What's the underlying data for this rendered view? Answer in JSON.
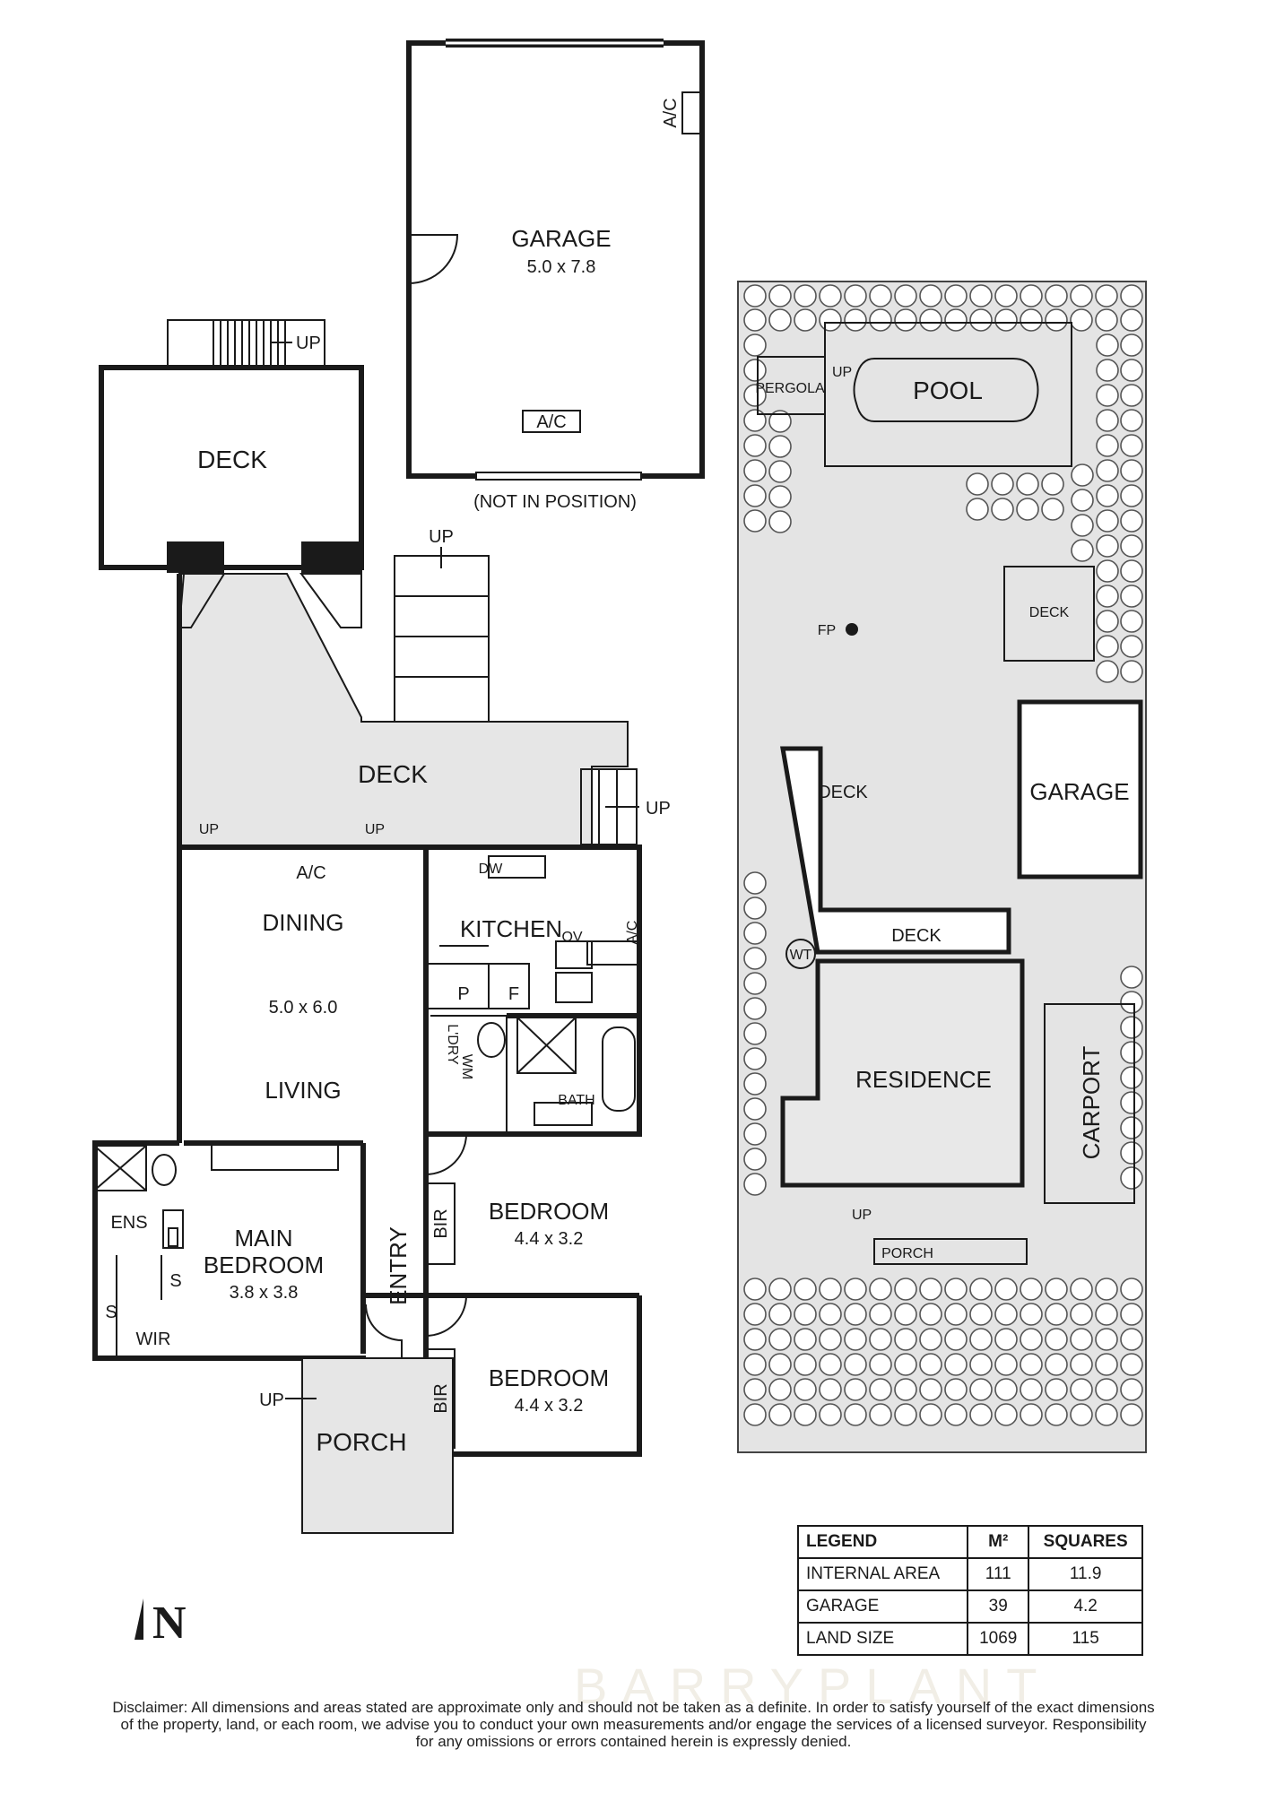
{
  "rooms": {
    "garage_top": {
      "name": "GARAGE",
      "size": "5.0 x 7.8",
      "ac": "A/C",
      "ac_side": "A/C",
      "note": "(NOT IN POSITION)"
    },
    "deck_top": "DECK",
    "deck_mid": "DECK",
    "up": "UP",
    "dining": "DINING",
    "dining_size": "5.0 x 6.0",
    "living": "LIVING",
    "ac_living": "A/C",
    "kitchen": "KITCHEN",
    "dw": "DW",
    "ov": "OV",
    "pantry": "P",
    "fridge": "F",
    "kitchen_ac": "A/C",
    "laundry": "L'DRY",
    "wm": "WM",
    "bath": "BATH",
    "ens": "ENS",
    "s1": "S",
    "s2": "S",
    "wir": "WIR",
    "main_bedroom": "MAIN\nBEDROOM",
    "main_bedroom_line1": "MAIN",
    "main_bedroom_line2": "BEDROOM",
    "main_bedroom_size": "3.8 x 3.8",
    "entry": "ENTRY",
    "bedroom1": "BEDROOM",
    "bedroom1_size": "4.4 x 3.2",
    "bir1": "BIR",
    "bedroom2": "BEDROOM",
    "bedroom2_size": "4.4 x 3.2",
    "bir2": "BIR",
    "porch": "PORCH"
  },
  "site": {
    "pool": "POOL",
    "pergola": "PERGOLA",
    "deck_small": "DECK",
    "fp": "FP",
    "garage": "GARAGE",
    "deck1": "DECK",
    "deck2": "DECK",
    "wt": "WT",
    "residence": "RESIDENCE",
    "carport": "CARPORT",
    "porch": "PORCH",
    "up": "UP"
  },
  "legend": {
    "headers": [
      "LEGEND",
      "M²",
      "SQUARES"
    ],
    "rows": [
      {
        "label": "INTERNAL AREA",
        "m2": "111",
        "squares": "11.9"
      },
      {
        "label": "GARAGE",
        "m2": "39",
        "squares": "4.2"
      },
      {
        "label": "LAND SIZE",
        "m2": "1069",
        "squares": "115"
      }
    ]
  },
  "compass": "N",
  "watermark": "BARRYPLANT",
  "disclaimer": {
    "line1": "Disclaimer: All dimensions and areas stated are approximate only and should not be taken as a definite. In order to satisfy yourself of the exact dimensions",
    "line2": "of the property, land, or each room, we advise you to conduct your own measurements and/or engage the services of a licensed surveyor. Responsibility",
    "line3": "for any omissions or errors contained herein is expressly denied."
  }
}
